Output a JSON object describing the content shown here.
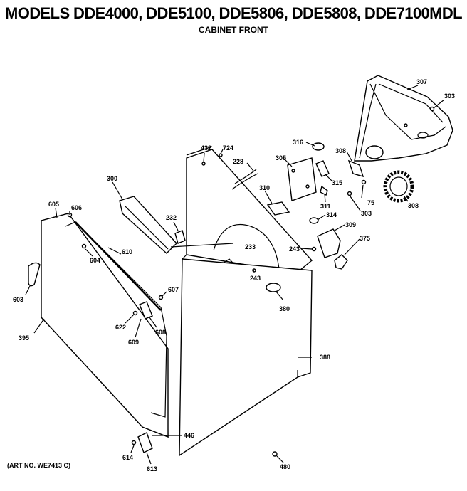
{
  "header": {
    "title": "MODELS DDE4000, DDE5100, DDE5806, DDE5808, DDE7100MDL",
    "subtitle": "CABINET FRONT"
  },
  "footer": {
    "art_number": "(ART NO. WE7413 C)"
  },
  "labels": {
    "l307": "307",
    "l303a": "303",
    "l316": "316",
    "l308a": "308",
    "l305": "305",
    "l315": "315",
    "l75": "75",
    "l308b": "308",
    "l311": "311",
    "l303b": "303",
    "l310": "310",
    "l314": "314",
    "l309": "309",
    "l375": "375",
    "l432": "432",
    "l724": "724",
    "l228": "228",
    "l300": "300",
    "l232": "232",
    "l243a": "243",
    "l233": "233",
    "l243b": "243",
    "l380": "380",
    "l388": "388",
    "l605": "605",
    "l606": "606",
    "l604": "604",
    "l610": "610",
    "l603": "603",
    "l607": "607",
    "l622": "622",
    "l608": "608",
    "l609": "609",
    "l395": "395",
    "l446": "446",
    "l614": "614",
    "l613": "613",
    "l480": "480"
  }
}
